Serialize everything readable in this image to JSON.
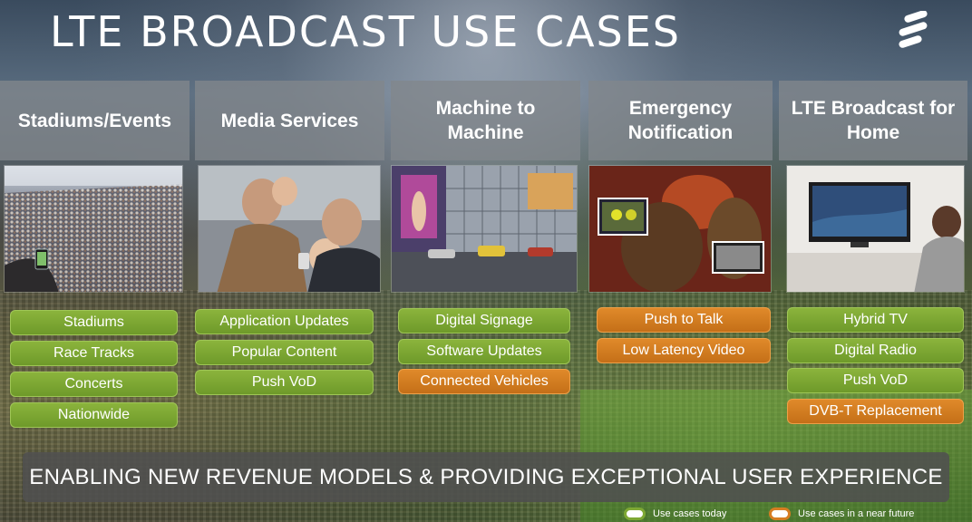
{
  "title": "LTE BROADCAST USE CASES",
  "colors": {
    "today": "#7ea834",
    "future": "#d67d22",
    "header_bg": "#82878c",
    "banner_bg": "#505050"
  },
  "columns": [
    {
      "id": "stadiums",
      "header_lines": [
        "Stadiums/Events"
      ],
      "photo": "stadium-crowd-photo",
      "tags": [
        {
          "label": "Stadiums",
          "status": "today"
        },
        {
          "label": "Race Tracks",
          "status": "today"
        },
        {
          "label": "Concerts",
          "status": "today"
        },
        {
          "label": "Nationwide",
          "status": "today"
        }
      ]
    },
    {
      "id": "media",
      "header_lines": [
        "Media Services"
      ],
      "photo": "family-with-phone-photo",
      "tags": [
        {
          "label": "Application Updates",
          "status": "today"
        },
        {
          "label": "Popular Content",
          "status": "today"
        },
        {
          "label": "Push VoD",
          "status": "today"
        }
      ]
    },
    {
      "id": "m2m",
      "header_lines": [
        "Machine to",
        "Machine"
      ],
      "photo": "city-street-signage-photo",
      "tags": [
        {
          "label": "Digital Signage",
          "status": "today"
        },
        {
          "label": "Software Updates",
          "status": "today"
        },
        {
          "label": "Connected Vehicles",
          "status": "future"
        }
      ]
    },
    {
      "id": "emergency",
      "header_lines": [
        "Emergency",
        "Notification"
      ],
      "photo": "firefighters-photo",
      "tags": [
        {
          "label": "Push to Talk",
          "status": "future"
        },
        {
          "label": "Low Latency Video",
          "status": "future"
        }
      ]
    },
    {
      "id": "home",
      "header_lines": [
        "LTE Broadcast for",
        "Home"
      ],
      "photo": "living-room-tv-photo",
      "tags": [
        {
          "label": "Hybrid TV",
          "status": "today"
        },
        {
          "label": "Digital Radio",
          "status": "today"
        },
        {
          "label": "Push VoD",
          "status": "today"
        },
        {
          "label": "DVB-T Replacement",
          "status": "future"
        }
      ]
    }
  ],
  "banner": "ENABLING NEW REVENUE MODELS & PROVIDING EXCEPTIONAL USER EXPERIENCE",
  "legend": {
    "today": "Use cases today",
    "future": "Use cases in a near future"
  }
}
